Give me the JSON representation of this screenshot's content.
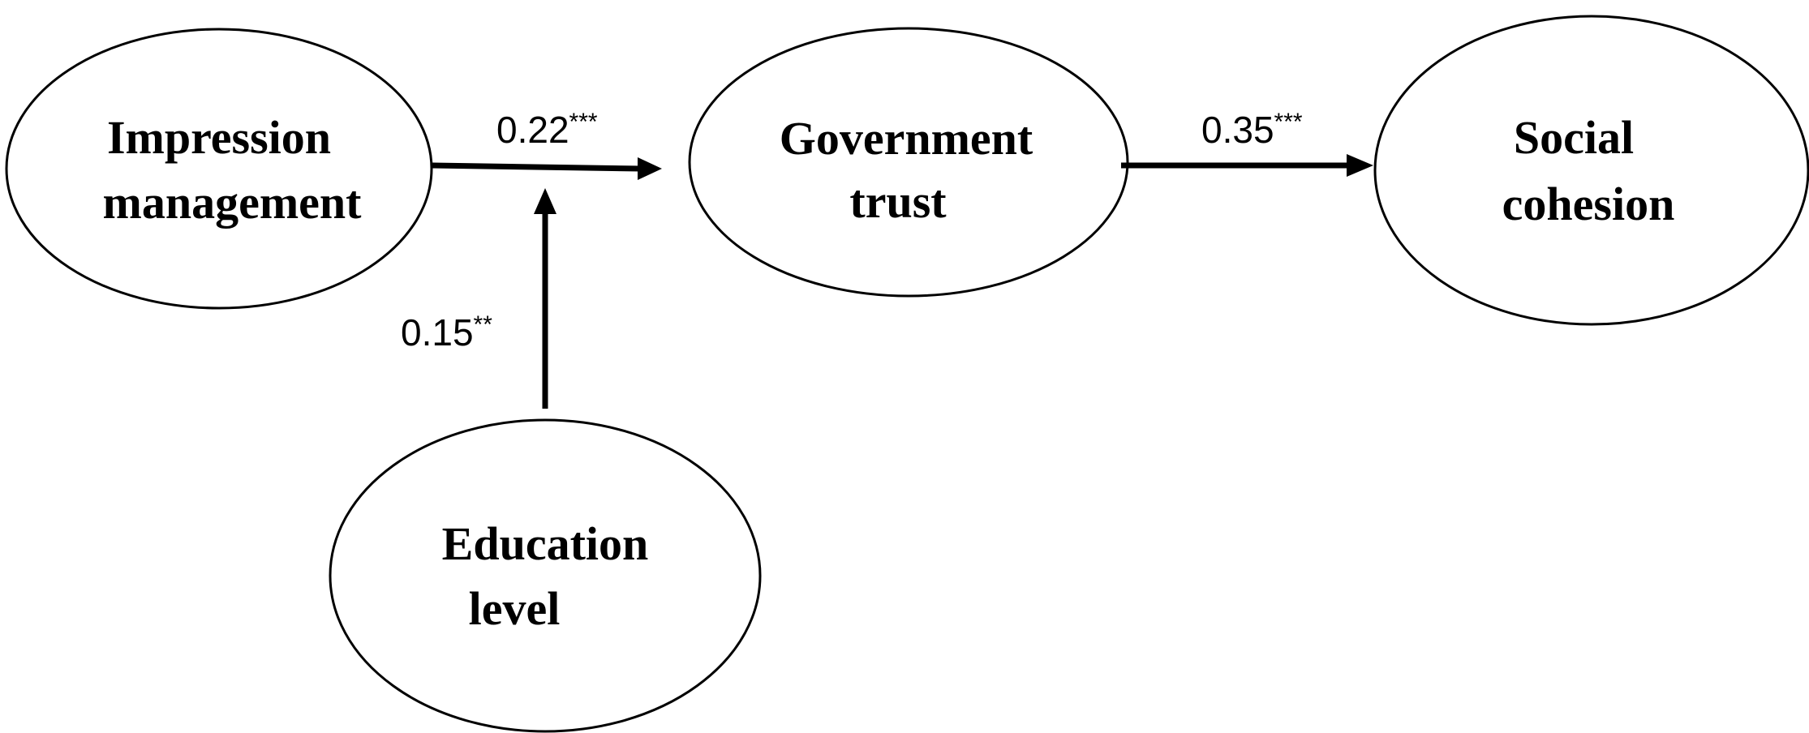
{
  "nodes": {
    "impression_management": {
      "line1": "Impression",
      "line2": "management"
    },
    "government_trust": {
      "line1": "Government",
      "line2": "trust"
    },
    "social_cohesion": {
      "line1": "Social",
      "line2": "cohesion"
    },
    "education_level": {
      "line1": "Education",
      "line2": "level"
    }
  },
  "paths": {
    "impression_to_trust": {
      "value": "0.22",
      "stars": "***"
    },
    "trust_to_cohesion": {
      "value": "0.35",
      "stars": "***"
    },
    "education_moderation": {
      "value": "0.15",
      "stars": "**"
    }
  },
  "colors": {
    "stroke": "#000000",
    "background": "#ffffff"
  }
}
